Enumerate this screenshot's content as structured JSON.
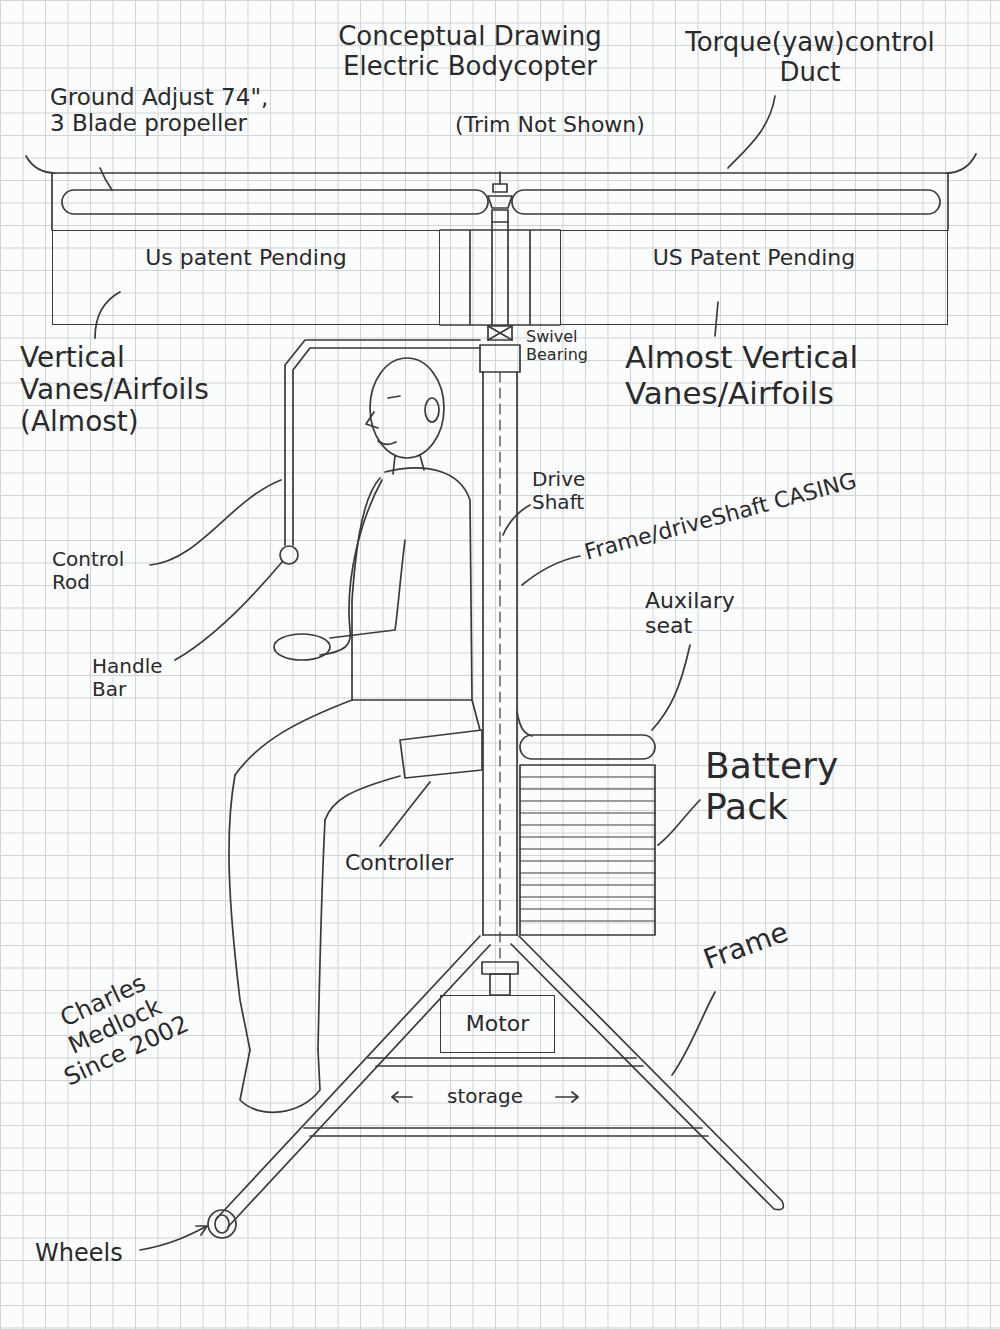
{
  "diagram": {
    "title": "Conceptual Drawing Electric Bodycopter",
    "nodes": [
      {
        "text": [
          "Us patent Pending"
        ]
      },
      {
        "text": [
          "US Patent Pending"
        ]
      },
      {
        "text": [
          "Motor"
        ]
      }
    ],
    "labels": [
      "Torque(yaw)control Duct",
      "Ground Adjust 74\", 3 Blade propeller",
      "(Trim Not Shown)",
      "Vertical Vanes/Airfoils (Almost)",
      "Swivel Bearing",
      "Almost Vertical Vanes/Airfoils",
      "Drive Shaft",
      "Frame/driveShaft CASING",
      "Control Rod",
      "Handle Bar",
      "Auxilary seat",
      "Battery Pack",
      "Controller",
      "Frame",
      "storage",
      "Charles Medlock Since 2002",
      "Wheels"
    ]
  }
}
